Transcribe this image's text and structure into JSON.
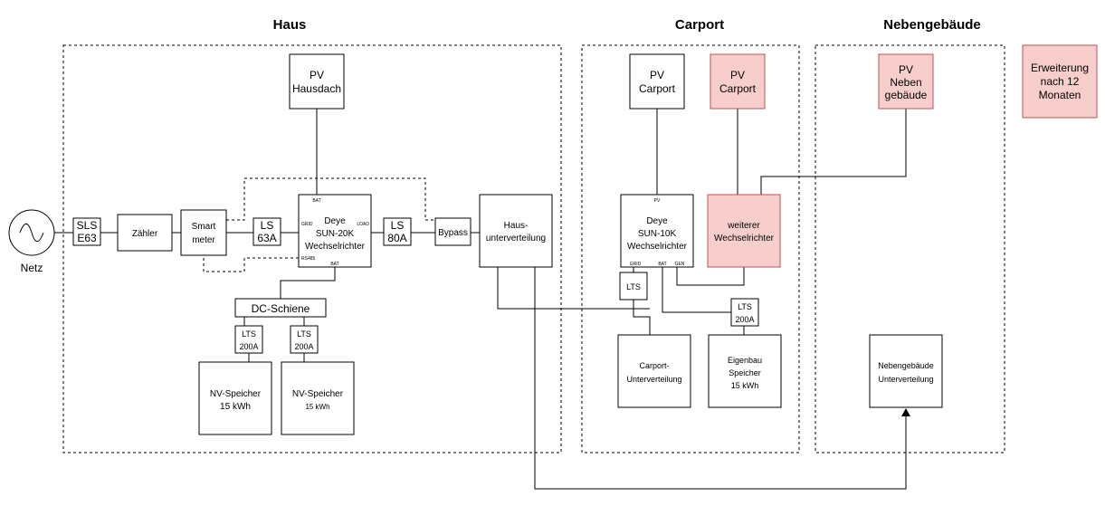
{
  "sections": {
    "haus": "Haus",
    "carport": "Carport",
    "neben": "Nebengebäude"
  },
  "netz": "Netz",
  "components": {
    "sls": [
      "SLS",
      "E63"
    ],
    "zaehler": "Zähler",
    "smartmeter": [
      "Smart",
      "meter"
    ],
    "ls63": [
      "LS",
      "63A"
    ],
    "deye20": [
      "Deye",
      "SUN-20K",
      "Wechselrichter"
    ],
    "ls80": [
      "LS",
      "80A"
    ],
    "bypass": "Bypass",
    "hausuv": [
      "Haus-",
      "unterverteilung"
    ],
    "pvhaus": [
      "PV",
      "Hausdach"
    ],
    "dcschiene": "DC-Schiene",
    "lts1": [
      "LTS",
      "200A"
    ],
    "lts2": [
      "LTS",
      "200A"
    ],
    "nv1": [
      "NV-Speicher",
      "15 kWh"
    ],
    "nv2": [
      "NV-Speicher",
      "15 kWh"
    ],
    "pvcarport": [
      "PV",
      "Carport"
    ],
    "pvcarport2": [
      "PV",
      "Carport"
    ],
    "deye10": [
      "Deye",
      "SUN-10K",
      "Wechselrichter"
    ],
    "weiterer": [
      "weiterer",
      "Wechselrichter"
    ],
    "lts_small": "LTS",
    "lts3": [
      "LTS",
      "200A"
    ],
    "carportuv": [
      "Carport-",
      "Unterverteilung"
    ],
    "eigenbau": [
      "Eigenbau",
      "Speicher",
      "15 kWh"
    ],
    "pvneben": [
      "PV",
      "Neben",
      "gebäude"
    ],
    "nebenuv": [
      "Nebengebäude",
      "Unterverteilung"
    ],
    "erweiterung": [
      "Erweiterung",
      "nach 12",
      "Monaten"
    ]
  },
  "ports": {
    "bat": "BAT",
    "grid": "GRID",
    "load": "LOAD",
    "rs485": "RS485",
    "pv": "PV",
    "gen": "GEN"
  },
  "colors": {
    "stroke": "#000000",
    "highlight_fill": "#f8cecc",
    "highlight_stroke": "#b85450"
  }
}
